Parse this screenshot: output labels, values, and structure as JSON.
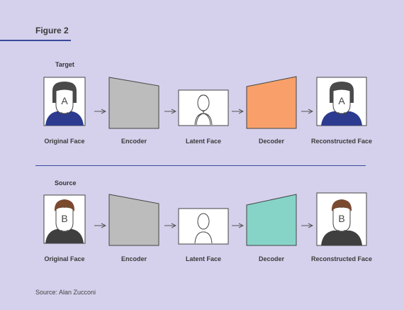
{
  "figure": {
    "title": "Figure 2"
  },
  "rows": [
    {
      "label": "Target",
      "face_letter": "A",
      "hair": "dark-bob",
      "decoder_color": "#f9a06a",
      "captions": {
        "original": "Original Face",
        "encoder": "Encoder",
        "latent": "Latent Face",
        "decoder": "Decoder",
        "reconstructed": "Reconstructed Face"
      }
    },
    {
      "label": "Source",
      "face_letter": "B",
      "hair": "brown-short",
      "decoder_color": "#86d4c8",
      "captions": {
        "original": "Original Face",
        "encoder": "Encoder",
        "latent": "Latent Face",
        "decoder": "Decoder",
        "reconstructed": "Reconstructed Face"
      }
    }
  ],
  "colors": {
    "background": "#d5d1ec",
    "accent_line": "#3a4a9a",
    "encoder": "#bcbcbc",
    "target_hair": "#4a4a4a",
    "target_shirt": "#2c3b8f",
    "source_hair": "#7a4a2e",
    "source_shirt": "#3f3f3f"
  },
  "footer": {
    "source": "Source: Alan Zucconi"
  }
}
